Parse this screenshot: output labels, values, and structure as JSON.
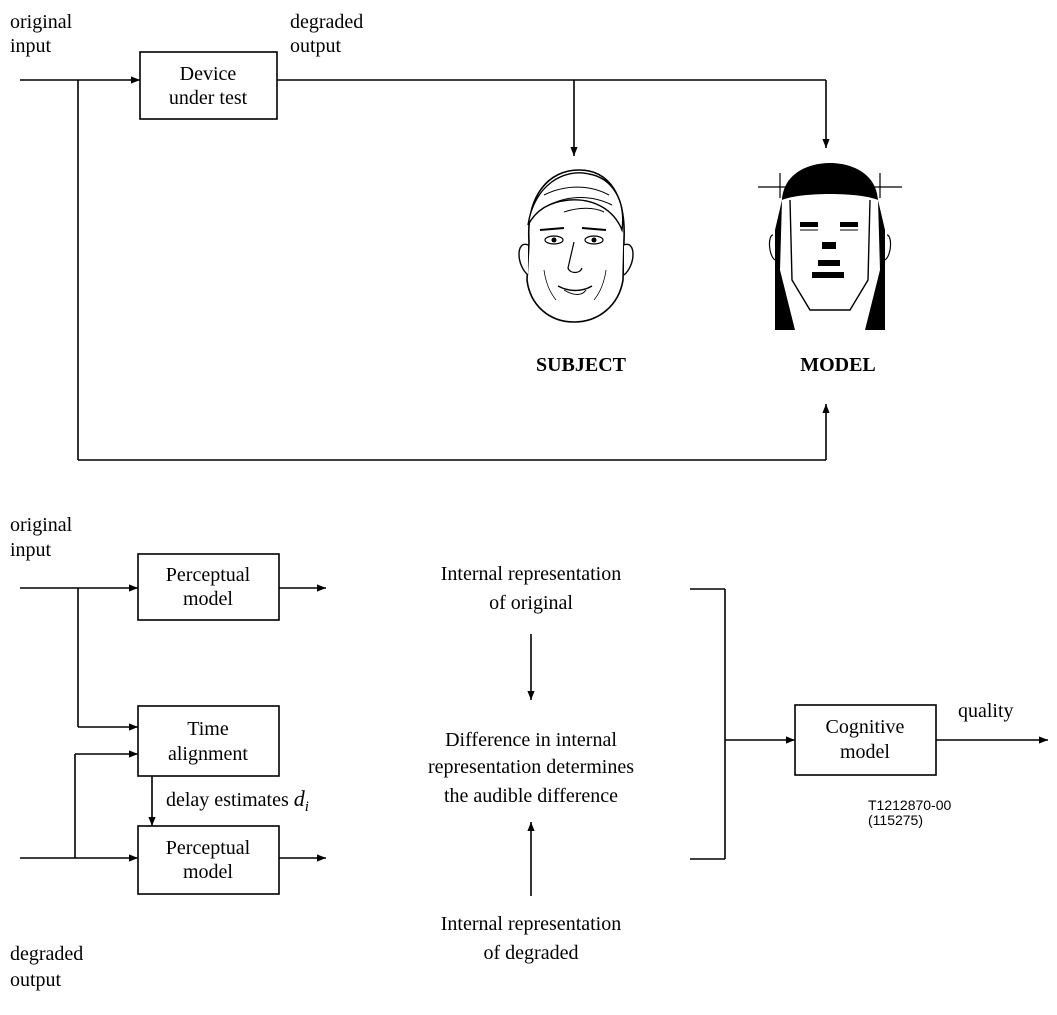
{
  "top": {
    "input_label": [
      "original",
      "input"
    ],
    "output_label": [
      "degraded",
      "output"
    ],
    "dut_box": [
      "Device",
      "under test"
    ],
    "subject_label": "SUBJECT",
    "model_label": "MODEL"
  },
  "bottom": {
    "original_input": [
      "original",
      "input"
    ],
    "degraded_output": [
      "degraded",
      "output"
    ],
    "perceptual_top": [
      "Perceptual",
      "model"
    ],
    "time_alignment": [
      "Time",
      "alignment"
    ],
    "perceptual_bottom": [
      "Perceptual",
      "model"
    ],
    "delay_label": "delay  estimates",
    "delay_symbol": "d",
    "delay_subscript": "i",
    "internal_original": [
      "Internal representation",
      "of original"
    ],
    "difference": [
      "Difference in internal",
      "representation determines",
      "the audible difference"
    ],
    "internal_degraded": [
      "Internal representation",
      "of degraded"
    ],
    "cognitive": [
      "Cognitive",
      "model"
    ],
    "quality": "quality",
    "figure_id": [
      "T1212870-00",
      "(115275)"
    ]
  },
  "icons": {
    "subject_face": "human-face-icon",
    "model_face": "robot-face-icon"
  }
}
